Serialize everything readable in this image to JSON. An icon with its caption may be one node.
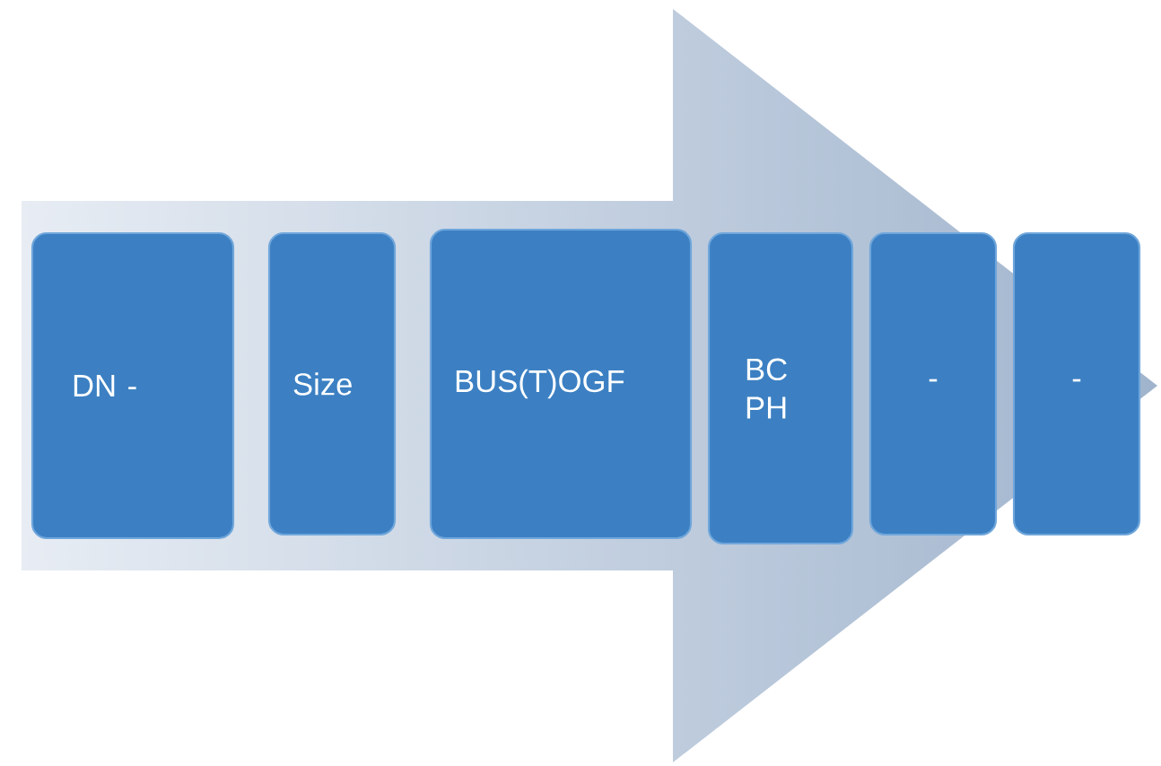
{
  "diagram": {
    "nodes": [
      {
        "text": [
          "DN -"
        ]
      },
      {
        "text": [
          "Size"
        ]
      },
      {
        "text": [
          "BUS(T)OGF"
        ]
      },
      {
        "text": [
          "BC PH"
        ]
      },
      {
        "text": [
          "-"
        ]
      },
      {
        "text": [
          "-"
        ]
      }
    ]
  }
}
